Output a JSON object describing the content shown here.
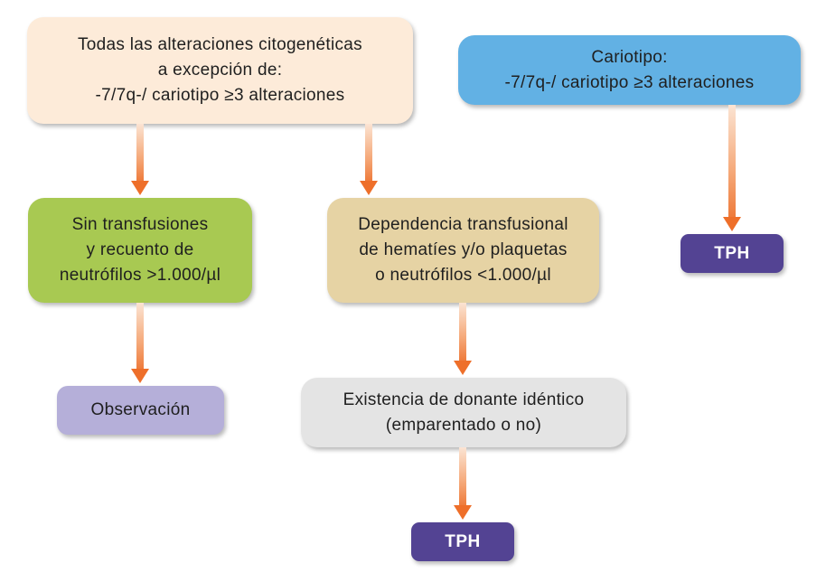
{
  "nodes": {
    "cytogenetic_all": "Todas las alteraciones citogenéticas\na excepción de:\n-7/7q-/ cariotipo ≥3 alteraciones",
    "karyotype": "Cariotipo:\n-7/7q-/ cariotipo ≥3 alteraciones",
    "no_transfusion": "Sin transfusiones\ny recuento de\nneutrófilos >1.000/µl",
    "transfusion_dependence": "Dependencia transfusional\nde hematíes y/o plaquetas\no neutrófilos <1.000/µl",
    "observation": "Observación",
    "identical_donor": "Existencia de donante idéntico\n(emparentado o no)",
    "tph_right": "TPH",
    "tph_bottom": "TPH"
  },
  "colors": {
    "cytogenetic_all": "#fdebd9",
    "karyotype": "#62b1e4",
    "no_transfusion": "#a8c952",
    "transfusion_dependence": "#e6d3a4",
    "observation": "#b5afd9",
    "identical_donor": "#e4e4e4",
    "tph": "#534393",
    "arrow": "#ee6f2a"
  }
}
